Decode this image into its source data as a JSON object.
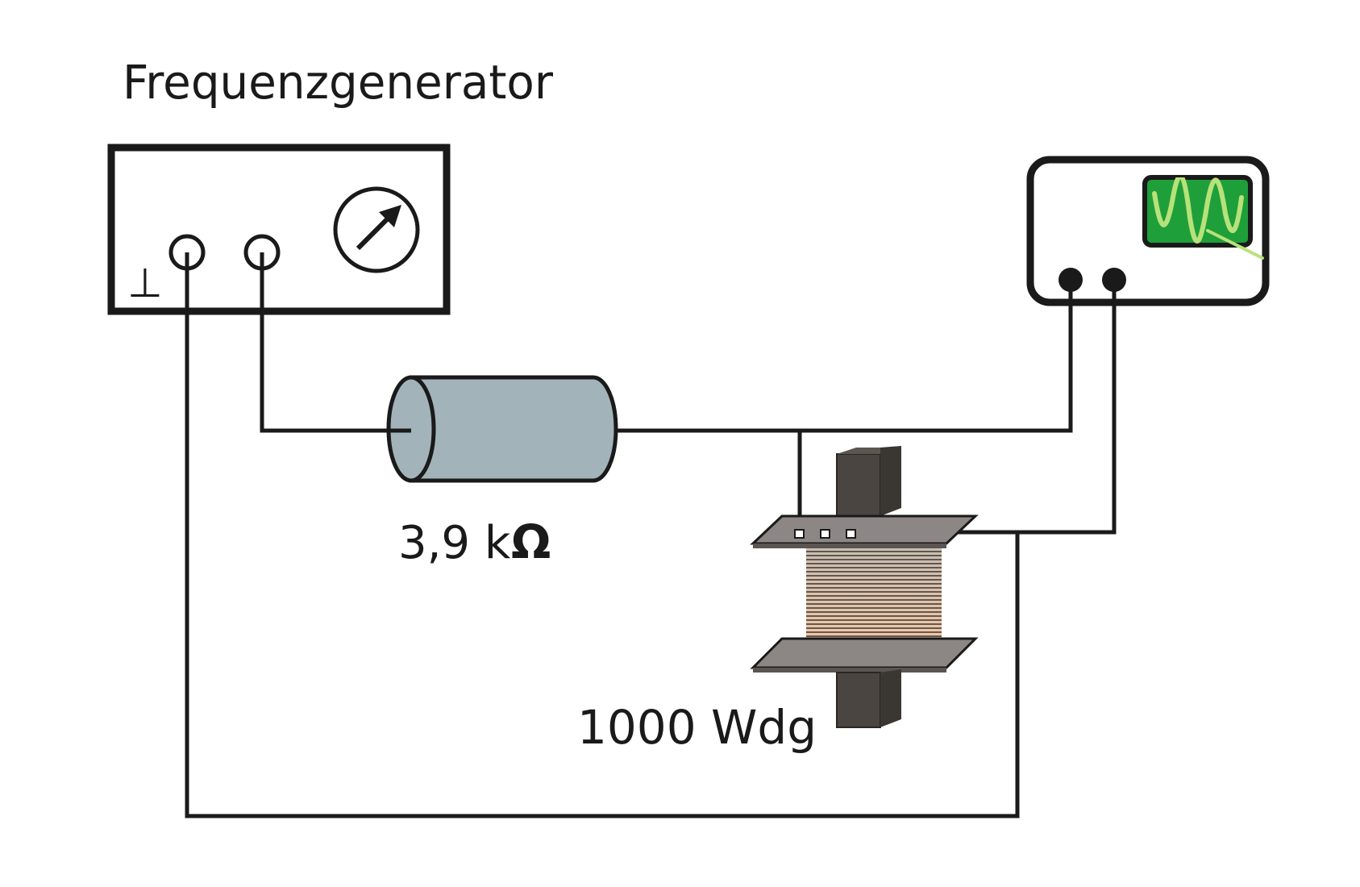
{
  "labels": {
    "generator": "Frequenzgenerator",
    "resistor": "3,9 k",
    "resistor_unit": "Ω",
    "coil": "1000 Wdg",
    "ground_symbol": "⊥"
  },
  "components": {
    "generator": {
      "icon": "meter-arrow-icon",
      "sockets": 2
    },
    "oscilloscope": {
      "icon": "oscilloscope-screen-icon",
      "sockets": 2
    },
    "resistor": {
      "icon": "cylinder-resistor-icon"
    },
    "coil": {
      "icon": "iron-core-coil-icon"
    }
  },
  "colors": {
    "resistor_body": "#a3b3ba",
    "screen_bg": "#1f9f3a",
    "trace": "#b7e27a",
    "core": "#4a4541",
    "coil_top": "#c9bdb3",
    "coil_bottom": "#f3c7a2"
  }
}
